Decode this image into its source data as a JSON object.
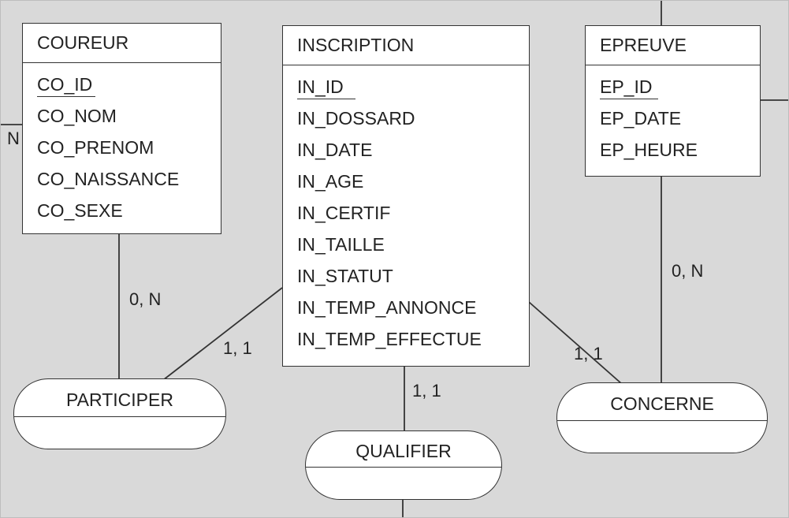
{
  "entities": {
    "coureur": {
      "title": "COUREUR",
      "attrs": [
        "CO_ID",
        "CO_NOM",
        "CO_PRENOM",
        "CO_NAISSANCE",
        "CO_SEXE"
      ]
    },
    "inscription": {
      "title": "INSCRIPTION",
      "attrs": [
        "IN_ID",
        "IN_DOSSARD",
        "IN_DATE",
        "IN_AGE",
        "IN_CERTIF",
        "IN_TAILLE",
        "IN_STATUT",
        "IN_TEMP_ANNONCE",
        "IN_TEMP_EFFECTUE"
      ]
    },
    "epreuve": {
      "title": "EPREUVE",
      "attrs": [
        "EP_ID",
        "EP_DATE",
        "EP_HEURE"
      ]
    }
  },
  "associations": {
    "participer": "PARTICIPER",
    "qualifier": "QUALIFIER",
    "concerne": "CONCERNE"
  },
  "cardinalities": {
    "coureur_participer": "0, N",
    "inscription_participer": "1, 1",
    "inscription_qualifier": "1, 1",
    "inscription_concerne": "1, 1",
    "epreuve_concerne": "0, N",
    "coureur_left_partial": "N"
  },
  "colors": {
    "background": "#d9d9d9",
    "box_fill": "#ffffff",
    "line": "#333333",
    "text": "#222222"
  }
}
